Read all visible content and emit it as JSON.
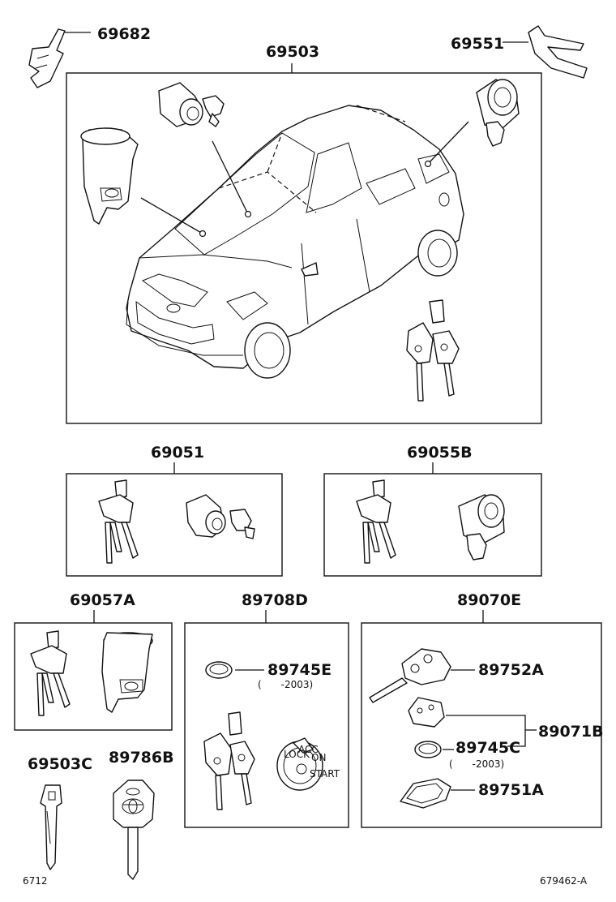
{
  "labels": {
    "p69682": "69682",
    "p69503": "69503",
    "p69551": "69551",
    "p69051": "69051",
    "p69055B": "69055B",
    "p69057A": "69057A",
    "p89708D": "89708D",
    "p89070E": "89070E",
    "p89745E": "89745E",
    "p89752A": "89752A",
    "p89071B": "89071B",
    "p89745C": "89745C",
    "p89751A": "89751A",
    "p69503C": "69503C",
    "p89786B": "89786B"
  },
  "notes": {
    "n89745E": "(　　-2003)",
    "n89745C": "(　　-2003)"
  },
  "footer": {
    "left": "6712",
    "right": "679462-A"
  },
  "ignition_markings": [
    "LOCK",
    "ACC",
    "ON",
    "START"
  ]
}
